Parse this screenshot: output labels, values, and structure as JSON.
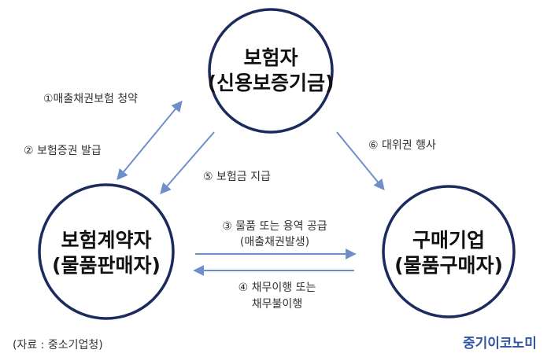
{
  "nodes": {
    "insurer": {
      "line1": "보험자",
      "line2": "(신용보증기금)"
    },
    "policyholder": {
      "line1": "보험계약자",
      "line2": "(물품판매자)"
    },
    "buyer": {
      "line1": "구매기업",
      "line2": "(물품구매자)"
    }
  },
  "edges": {
    "apply": "①매출채권보험 청약",
    "issue": "② 보험증권 발급",
    "payout": "⑤ 보험금 지급",
    "subrogation": "⑥ 대위권 행사",
    "supply_line1": "③ 물품 또는 용역 공급",
    "supply_line2": "(매출채권발생)",
    "perform_line1": "④ 채무이행 또는",
    "perform_line2": "채무불이행"
  },
  "source": "(자료 : 중소기업청)",
  "brand": "중기이코노미",
  "colors": {
    "circle": "#1c2b5e",
    "arrow": "#6f8fca",
    "brand": "#2f55a4"
  }
}
